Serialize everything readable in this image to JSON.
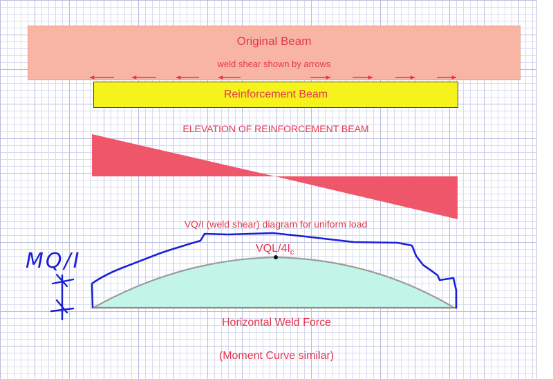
{
  "original_beam": {
    "title": "Original Beam",
    "subtitle": "weld shear shown by arrows"
  },
  "reinforcement_beam": {
    "label": "Reinforcement Beam"
  },
  "elevation_title": "ELEVATION  OF REINFORCEMENT BEAM",
  "shear_diagram": {
    "title": "VQ/I (weld shear) diagram for uniform load"
  },
  "weld_force_curve": {
    "peak_label": "VQL/4I",
    "peak_label_subscript": "c",
    "caption_line1": "Horizontal Weld Force",
    "caption_line2": "(Moment Curve similar)"
  },
  "handwritten_note": "MQ/I",
  "colors": {
    "text_red": "#e2364f",
    "original_beam_fill": "#f9b5a3",
    "reinforcement_fill": "#f6f31c",
    "shear_triangle_fill": "#f0566a",
    "curve_fill": "#c3f4e8",
    "curve_stroke": "#9a9a9a",
    "ink_blue": "#1a1fd6"
  },
  "icons": {
    "left_arrows": "arrow-left-icon",
    "right_arrows": "arrow-right-icon"
  }
}
